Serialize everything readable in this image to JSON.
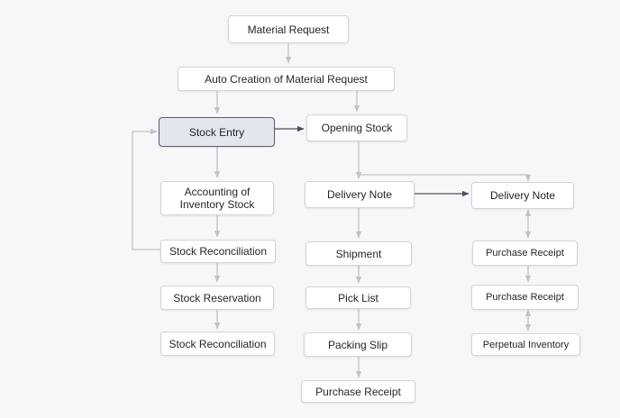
{
  "nodes": {
    "material_request": "Material Request",
    "auto_creation": "Auto Creation of Material Request",
    "stock_entry": "Stock Entry",
    "opening_stock": "Opening Stock",
    "accounting_inventory": "Accounting of Inventory Stock",
    "stock_reconciliation_1": "Stock Reconciliation",
    "stock_reservation": "Stock Reservation",
    "stock_reconciliation_2": "Stock Reconciliation",
    "delivery_note_1": "Delivery Note",
    "shipment": "Shipment",
    "pick_list": "Pick List",
    "packing_slip": "Packing Slip",
    "purchase_receipt_1": "Purchase Receipt",
    "delivery_note_2": "Delivery Note",
    "purchase_receipt_2": "Purchase Receipt",
    "purchase_receipt_3": "Purchase Receipt",
    "perpetual_inventory": "Perpetual Inventory"
  },
  "colors": {
    "edge": "#bfc2c8",
    "edge_dark": "#4a4f5a",
    "highlight_fill": "#e3e6ef"
  }
}
